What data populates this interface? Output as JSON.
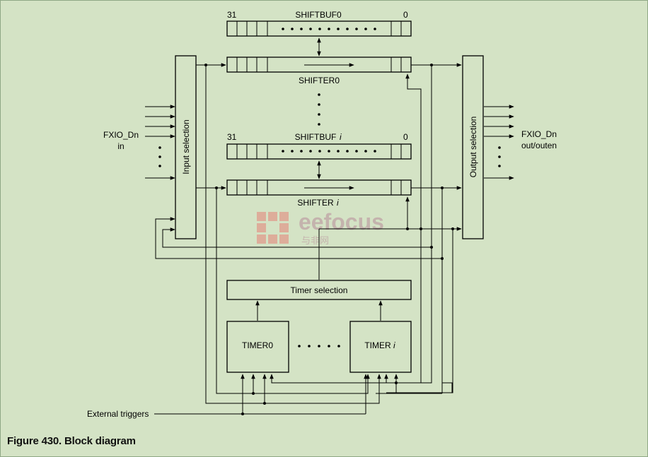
{
  "diagram": {
    "shiftbuf0": {
      "label": "SHIFTBUF0",
      "msb": "31",
      "lsb": "0"
    },
    "shifter0": {
      "label": "SHIFTER0"
    },
    "shiftbufi": {
      "label": "SHIFTBUF",
      "index": "i",
      "msb": "31",
      "lsb": "0"
    },
    "shifteri": {
      "label": "SHIFTER",
      "index": "i"
    },
    "input_selection": "Input selection",
    "output_selection": "Output selection",
    "input_pins": {
      "line1": "FXIO_Dn",
      "line2": "in"
    },
    "output_pins": {
      "line1": "FXIO_Dn",
      "line2": "out/outen"
    },
    "timer_selection": "Timer selection",
    "timer0": "TIMER0",
    "timeri": {
      "label": "TIMER",
      "index": "i"
    },
    "external_triggers": "External triggers",
    "watermark": {
      "brand": "eefocus",
      "sub": "与非网"
    }
  },
  "caption": "Figure 430.  Block diagram",
  "colors": {
    "background": "#d4e3c5",
    "line": "#000000",
    "watermark": "#d98a7a"
  }
}
